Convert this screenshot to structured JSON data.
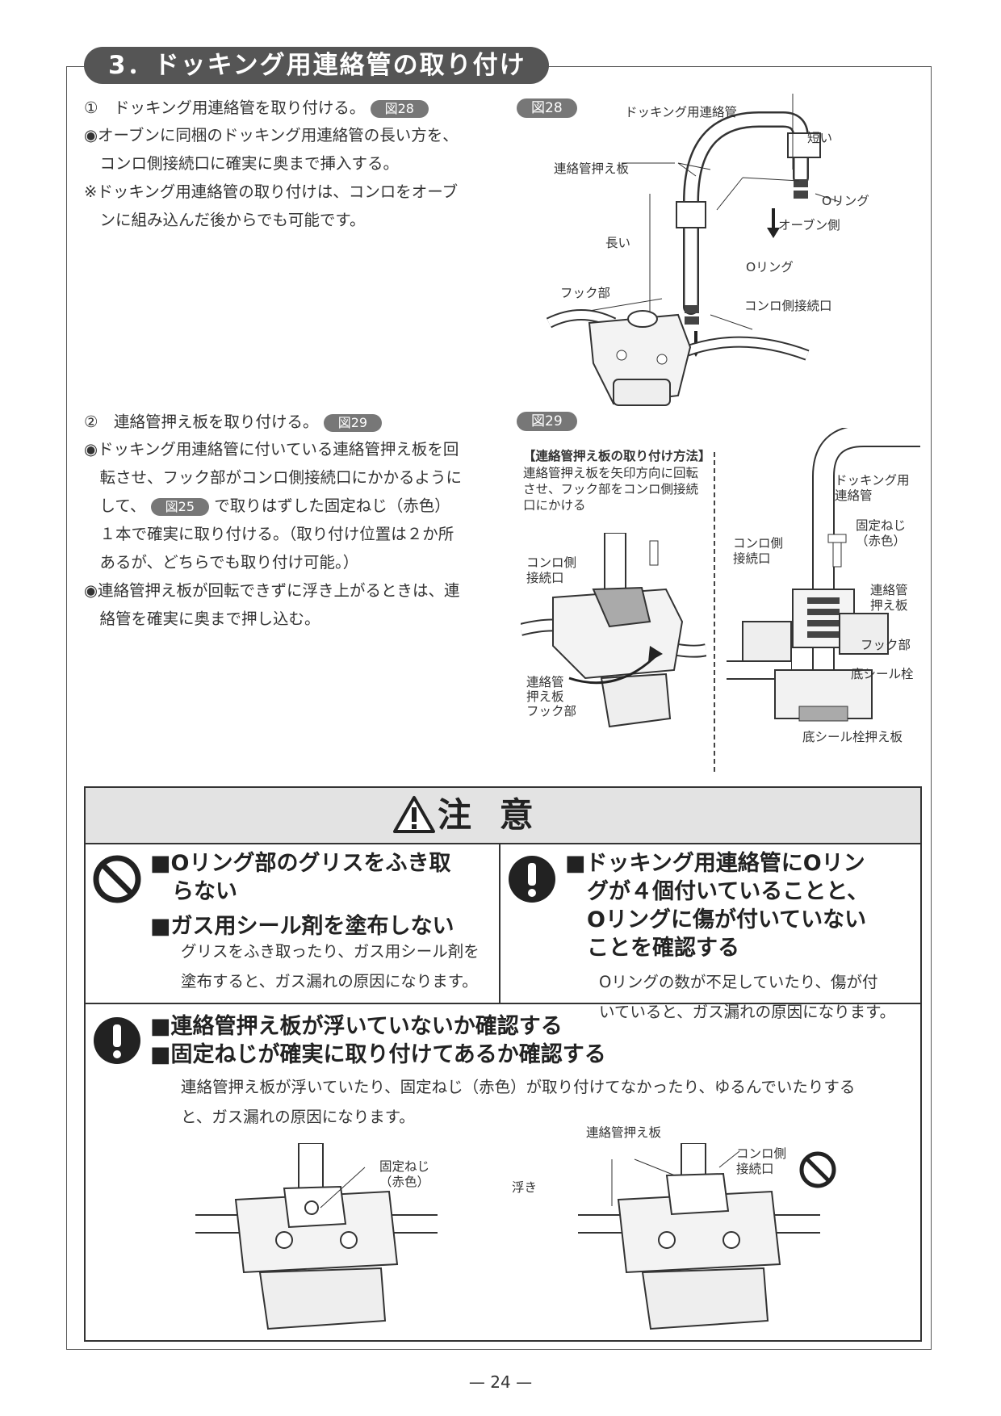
{
  "section": {
    "title": "3．ドッキング用連絡管の取り付け"
  },
  "step1": {
    "heading": "①　ドッキング用連絡管を取り付ける。",
    "ref": "図28",
    "bullet1_l1": "◉オーブンに同梱のドッキング用連絡管の長い方を、",
    "bullet1_l2": "　コンロ側接続口に確実に奥まで挿入する。",
    "note_l1": "※ドッキング用連絡管の取り付けは、コンロをオーブ",
    "note_l2": "　ンに組み込んだ後からでも可能です。"
  },
  "fig28": {
    "tag": "図28",
    "pipe": "ドッキング用連絡管",
    "short": "短い",
    "plate": "連絡管押え板",
    "oring1": "Oリング",
    "oven_side": "オーブン側",
    "long": "長い",
    "oring2": "Oリング",
    "hook": "フック部",
    "stove_port": "コンロ側接続口"
  },
  "step2": {
    "heading": "②　連絡管押え板を取り付ける。",
    "ref": "図29",
    "b1_l1": "◉ドッキング用連絡管に付いている連絡管押え板を回",
    "b1_l2": "　転させ、フック部がコンロ側接続口にかかるように",
    "b1_l3a": "　して、",
    "b1_ref": "図25",
    "b1_l3b": "で取りはずした固定ねじ（赤色）",
    "b1_l4": "　１本で確実に取り付ける。（取り付け位置は２か所",
    "b1_l5": "　あるが、どちらでも取り付け可能。）",
    "b2_l1": "◉連絡管押え板が回転できずに浮き上がるときは、連",
    "b2_l2": "　絡管を確実に奥まで押し込む。"
  },
  "fig29": {
    "tag": "図29",
    "method_title": "【連絡管押え板の取り付け方法】",
    "method_l1": "連絡管押え板を矢印方向に回転",
    "method_l2": "させ、フック部をコンロ側接続",
    "method_l3": "口にかける",
    "left_port_1": "コンロ側",
    "left_port_2": "接続口",
    "plate_hook_1": "連絡管",
    "plate_hook_2": "押え板",
    "plate_hook_3": "フック部",
    "r_port_1": "コンロ側",
    "r_port_2": "接続口",
    "r_pipe_1": "ドッキング用",
    "r_pipe_2": "連絡管",
    "r_screw_1": "固定ねじ",
    "r_screw_2": "（赤色）",
    "r_plate_1": "連絡管",
    "r_plate_2": "押え板",
    "r_hook": "フック部",
    "r_seal": "底シール栓",
    "r_seal_plate": "底シール栓押え板"
  },
  "caution": {
    "title": "注 意",
    "c1_h1a": "■Oリング部のグリスをふき取",
    "c1_h1b": "　らない",
    "c1_h2": "■ガス用シール剤を塗布しない",
    "c1_b1": "グリスをふき取ったり、ガス用シール剤を",
    "c1_b2": "塗布すると、ガス漏れの原因になります。",
    "c2_h1": "■ドッキング用連絡管にOリン",
    "c2_h2": "　グが４個付いていることと、",
    "c2_h3": "　Oリングに傷が付いていない",
    "c2_h4": "　ことを確認する",
    "c2_b1": "Oリングの数が不足していたり、傷が付",
    "c2_b2": "いていると、ガス漏れの原因になります。",
    "c3_h1": "■連絡管押え板が浮いていないか確認する",
    "c3_h2": "■固定ねじが確実に取り付けてあるか確認する",
    "c3_b1": "連絡管押え板が浮いていたり、固定ねじ（赤色）が取り付けてなかったり、ゆるんでいたりする",
    "c3_b2": "と、ガス漏れの原因になります。",
    "ok_screw_1": "固定ねじ",
    "ok_screw_2": "（赤色）",
    "ng_plate": "連絡管押え板",
    "ng_port_1": "コンロ側",
    "ng_port_2": "接続口",
    "ng_float": "浮き"
  },
  "footer": {
    "page": "— 24 —"
  }
}
